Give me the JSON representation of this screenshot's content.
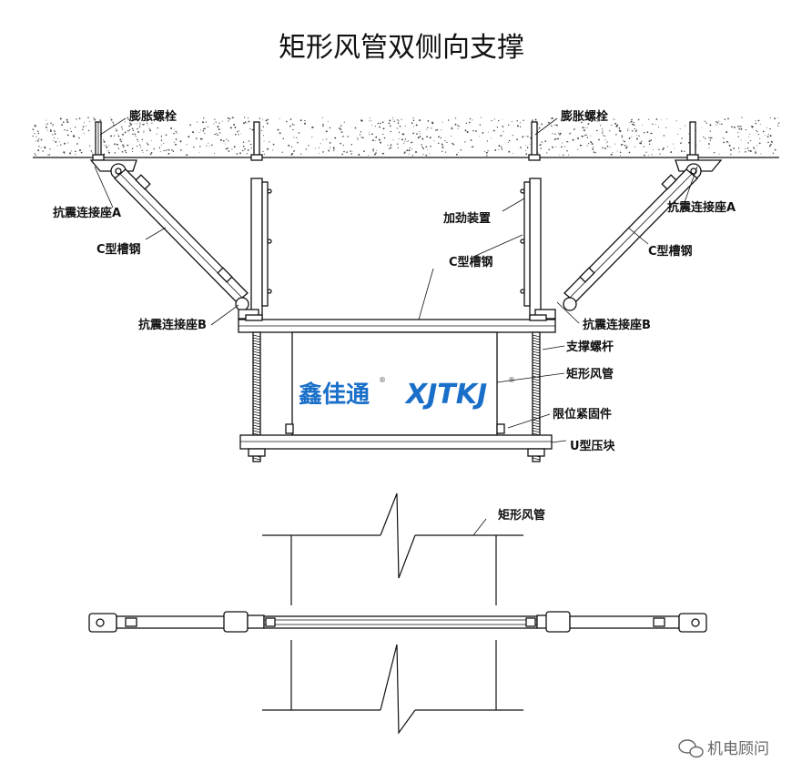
{
  "title": "矩形风管双侧向支撑",
  "labels": {
    "expansion_bolt_left": "膨胀螺栓",
    "expansion_bolt_right": "膨胀螺栓",
    "seismic_seat_a_left": "抗震连接座A",
    "seismic_seat_a_right": "抗震连接座A",
    "c_channel_left": "C型槽钢",
    "c_channel_right": "C型槽钢",
    "stiffener": "加劲装置",
    "c_channel_center": "C型槽钢",
    "seismic_seat_b_left": "抗震连接座B",
    "seismic_seat_b_right": "抗震连接座B",
    "support_rod": "支撑螺杆",
    "rect_duct": "矩形风管",
    "limit_fastener": "限位紧固件",
    "u_clamp": "U型压块",
    "plan_rect_duct": "矩形风管"
  },
  "brand": {
    "chinese": "鑫佳通",
    "english": "XJTKJ",
    "reg_mark": "®",
    "color": "#1a6fc9"
  },
  "watermark": "机电顾问",
  "colors": {
    "line": "#111111",
    "concrete_dots": "#444444"
  }
}
